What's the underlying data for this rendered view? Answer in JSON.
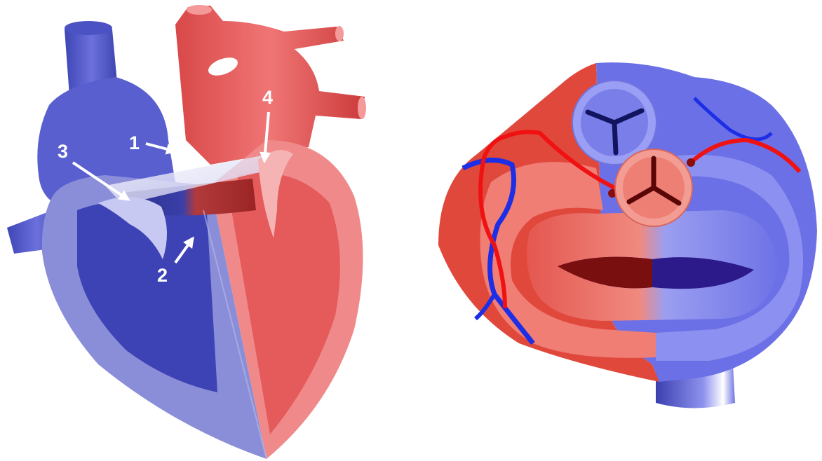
{
  "palette": {
    "background": "#ffffff",
    "deoxygenated_blue": "#5a5fd0",
    "deoxygenated_dark": "#2a2f8a",
    "oxygenated_red": "#e85a5a",
    "oxygenated_dark": "#a81818",
    "label_white": "#ffffff"
  },
  "left_figure": {
    "subject": "heart-cross-section",
    "labels": [
      "1",
      "2",
      "3",
      "4"
    ]
  },
  "right_figure": {
    "subject": "heart-valves-top-view"
  }
}
